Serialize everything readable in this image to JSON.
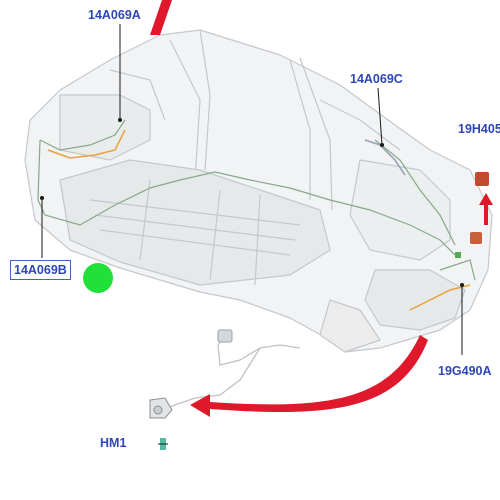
{
  "diagram": {
    "labels": [
      {
        "id": "top",
        "text": "14A069A"
      },
      {
        "id": "c",
        "text": "14A069C"
      },
      {
        "id": "h",
        "text": "19H405"
      },
      {
        "id": "b",
        "text": "14A069B"
      },
      {
        "id": "g",
        "text": "19G490A"
      },
      {
        "id": "hm",
        "text": "HM1"
      }
    ],
    "colors": {
      "label_text": "#2d46b8",
      "leader": "#1a1a1a",
      "arrow": "#e0182b",
      "marker": "#22e03a",
      "body_line": "#bfc4c8",
      "body_fill": "#f1f3f4",
      "harness": "#88a888",
      "connector_orange": "#e8a23a",
      "module_red": "#c24a2e"
    }
  }
}
